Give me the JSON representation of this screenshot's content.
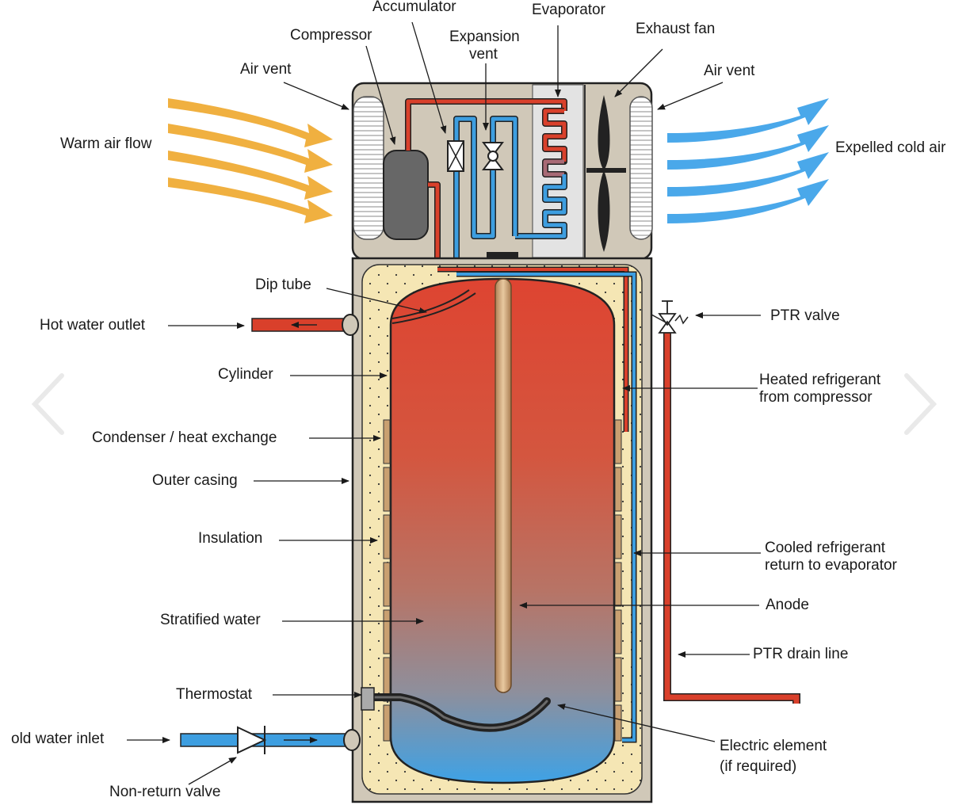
{
  "labels": {
    "accumulator": "Accumulator",
    "evaporator": "Evaporator",
    "exhaust_fan": "Exhaust fan",
    "compressor": "Compressor",
    "expansion_vent_line1": "Expansion",
    "expansion_vent_line2": "vent",
    "air_vent_left": "Air vent",
    "air_vent_right": "Air vent",
    "warm_air_flow": "Warm air flow",
    "expelled_cold_air": "Expelled cold air",
    "dip_tube": "Dip tube",
    "hot_water_outlet": "Hot water outlet",
    "ptr_valve": "PTR valve",
    "cylinder": "Cylinder",
    "heated_refrigerant_line1": "Heated refrigerant",
    "heated_refrigerant_line2": "from compressor",
    "condenser": "Condenser / heat exchange",
    "outer_casing": "Outer casing",
    "insulation": "Insulation",
    "cooled_refrigerant_line1": "Cooled refrigerant",
    "cooled_refrigerant_line2": "return to evaporator",
    "anode": "Anode",
    "stratified_water": "Stratified water",
    "ptr_drain_line": "PTR drain line",
    "thermostat": "Thermostat",
    "cold_water_inlet": "old water inlet",
    "electric_element_line1": "Electric element",
    "electric_element_line2": "(if required)",
    "non_return_valve": "Non-return valve"
  },
  "colors": {
    "hot": "#d9402b",
    "cold": "#3d9ee0",
    "warm_air": "#f0b040",
    "cold_air": "#4aa8ea",
    "insulation": "#f5e6b4",
    "casing": "#d0c8b8",
    "compressor": "#676767"
  },
  "icons": {
    "prev": "chevron-left-icon",
    "next": "chevron-right-icon"
  }
}
